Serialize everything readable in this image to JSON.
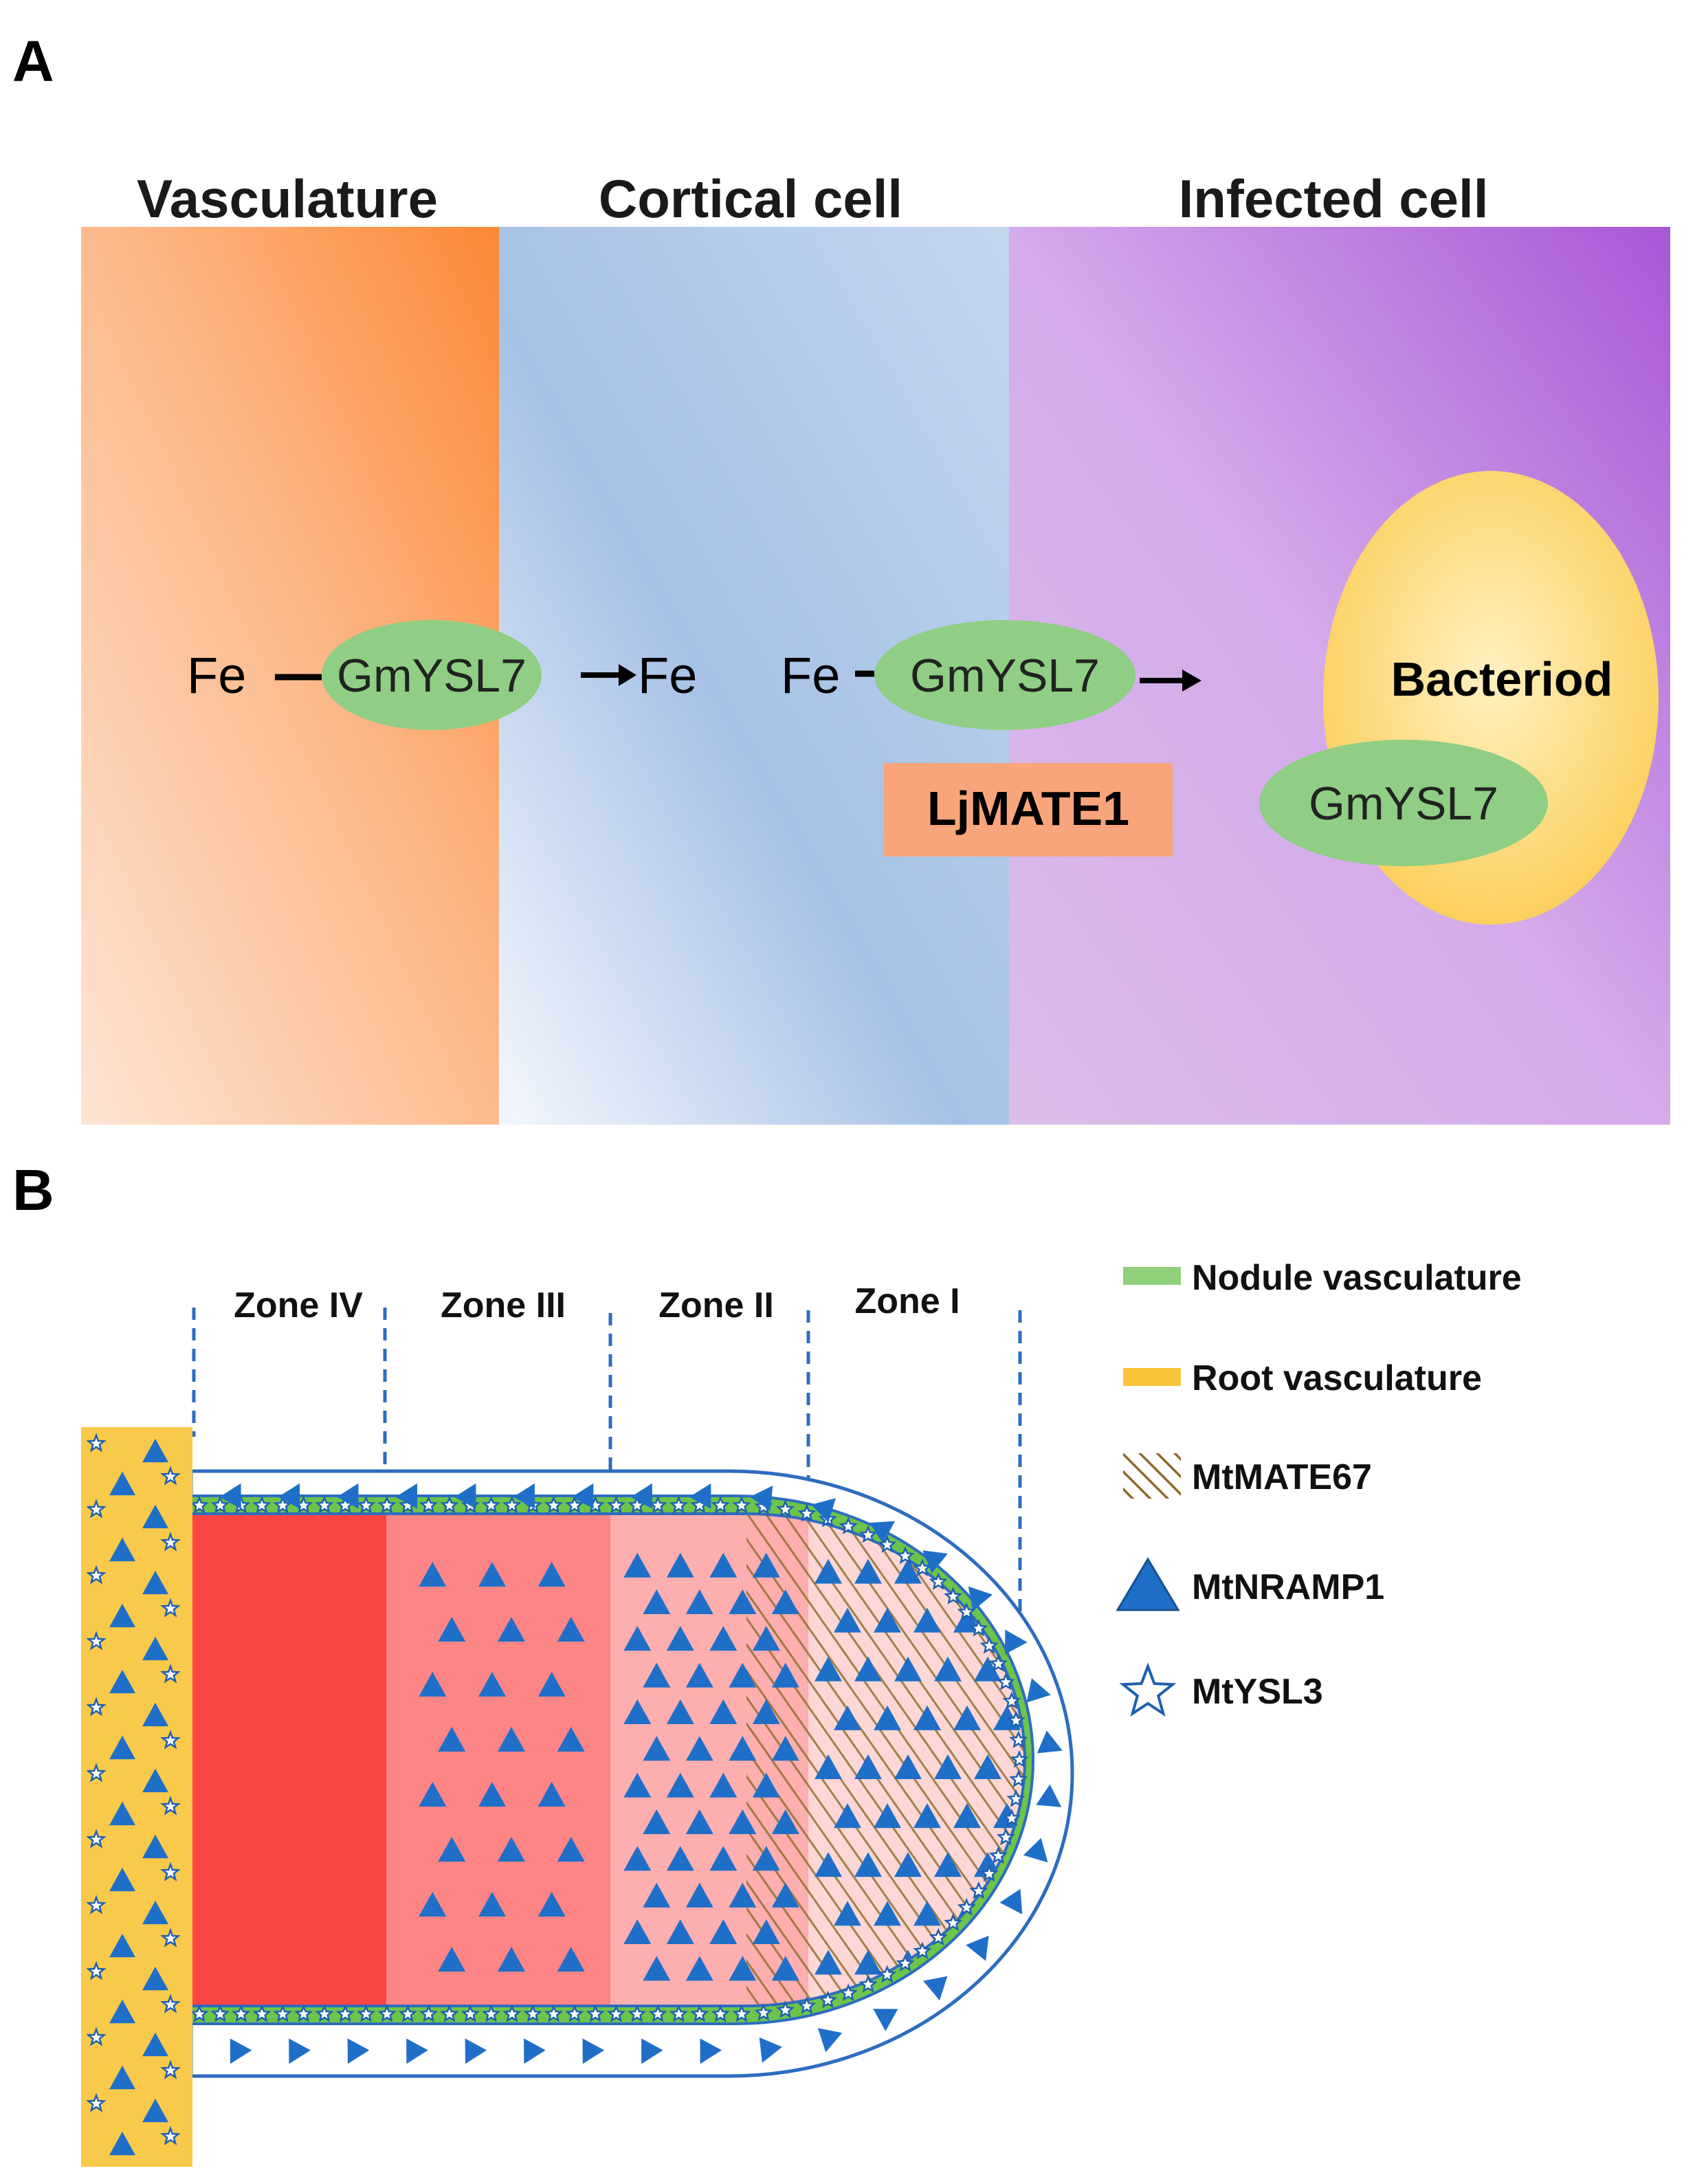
{
  "panel_a": {
    "letter": "A",
    "columns": {
      "vasculature": "Vasculature",
      "cortical": "Cortical cell",
      "infected": "Infected cell"
    },
    "fe_1": "Fe",
    "fe_2": "Fe",
    "fe_3": "Fe",
    "transporter_1": "GmYSL7",
    "transporter_2": "GmYSL7",
    "transporter_3": "GmYSL7",
    "mate": "LjMATE1",
    "bacteroid": "Bacteriod",
    "colors": {
      "vasculature": "#fb8a3c",
      "cortical": "#a4bfe3",
      "infected": "#c38be0",
      "transporter": "#8fce84",
      "mate": "#f9a57b",
      "bacteroid": "#fbd166"
    }
  },
  "panel_b": {
    "letter": "B",
    "zones": [
      "Zone IV",
      "Zone III",
      "Zone II",
      "Zone I"
    ],
    "legend": [
      {
        "label": "Nodule vasculature",
        "icon": "green-bar",
        "color": "#6cc44a"
      },
      {
        "label": "Root vasculature",
        "icon": "yellow-bar",
        "color": "#f8c53a"
      },
      {
        "label": "MtMATE67",
        "icon": "hatch-square",
        "color": "#8a6a2a"
      },
      {
        "label": "MtNRAMP1",
        "icon": "triangle",
        "color": "#1f6fc9"
      },
      {
        "label": "MtYSL3",
        "icon": "star",
        "color": "#1f5fb0"
      }
    ],
    "colors": {
      "zone_iv": "#fc4646",
      "zone_iii": "#fd8585",
      "zone_ii": "#fdaeae",
      "zone_i": "#fdd7d5",
      "outline": "#2d6cc0"
    }
  }
}
